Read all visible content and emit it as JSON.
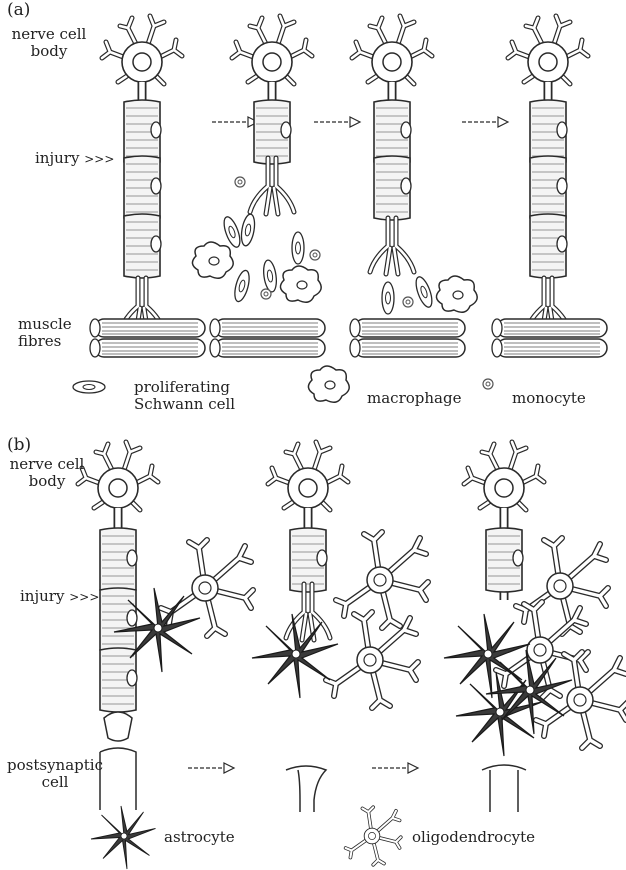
{
  "panel_a": {
    "tag": "(a)",
    "nerve_cell_body": [
      "nerve cell",
      "body"
    ],
    "injury": "injury",
    "muscle_fibres": [
      "muscle",
      "fibres"
    ],
    "legend": {
      "schwann": [
        "proliferating",
        "Schwann cell"
      ],
      "macrophage": "macrophage",
      "monocyte": "monocyte"
    }
  },
  "panel_b": {
    "tag": "(b)",
    "nerve_cell_body": [
      "nerve cell",
      "body"
    ],
    "injury": "injury",
    "postsynaptic": [
      "postsynaptic",
      "cell"
    ],
    "legend": {
      "astrocyte": "astrocyte",
      "oligodendrocyte": "oligodendrocyte"
    }
  },
  "arrow_glyph": ">>>",
  "colors": {
    "ink": "#2a2a2a",
    "fill": "#ffffff",
    "astro": "#3a3a3a"
  }
}
